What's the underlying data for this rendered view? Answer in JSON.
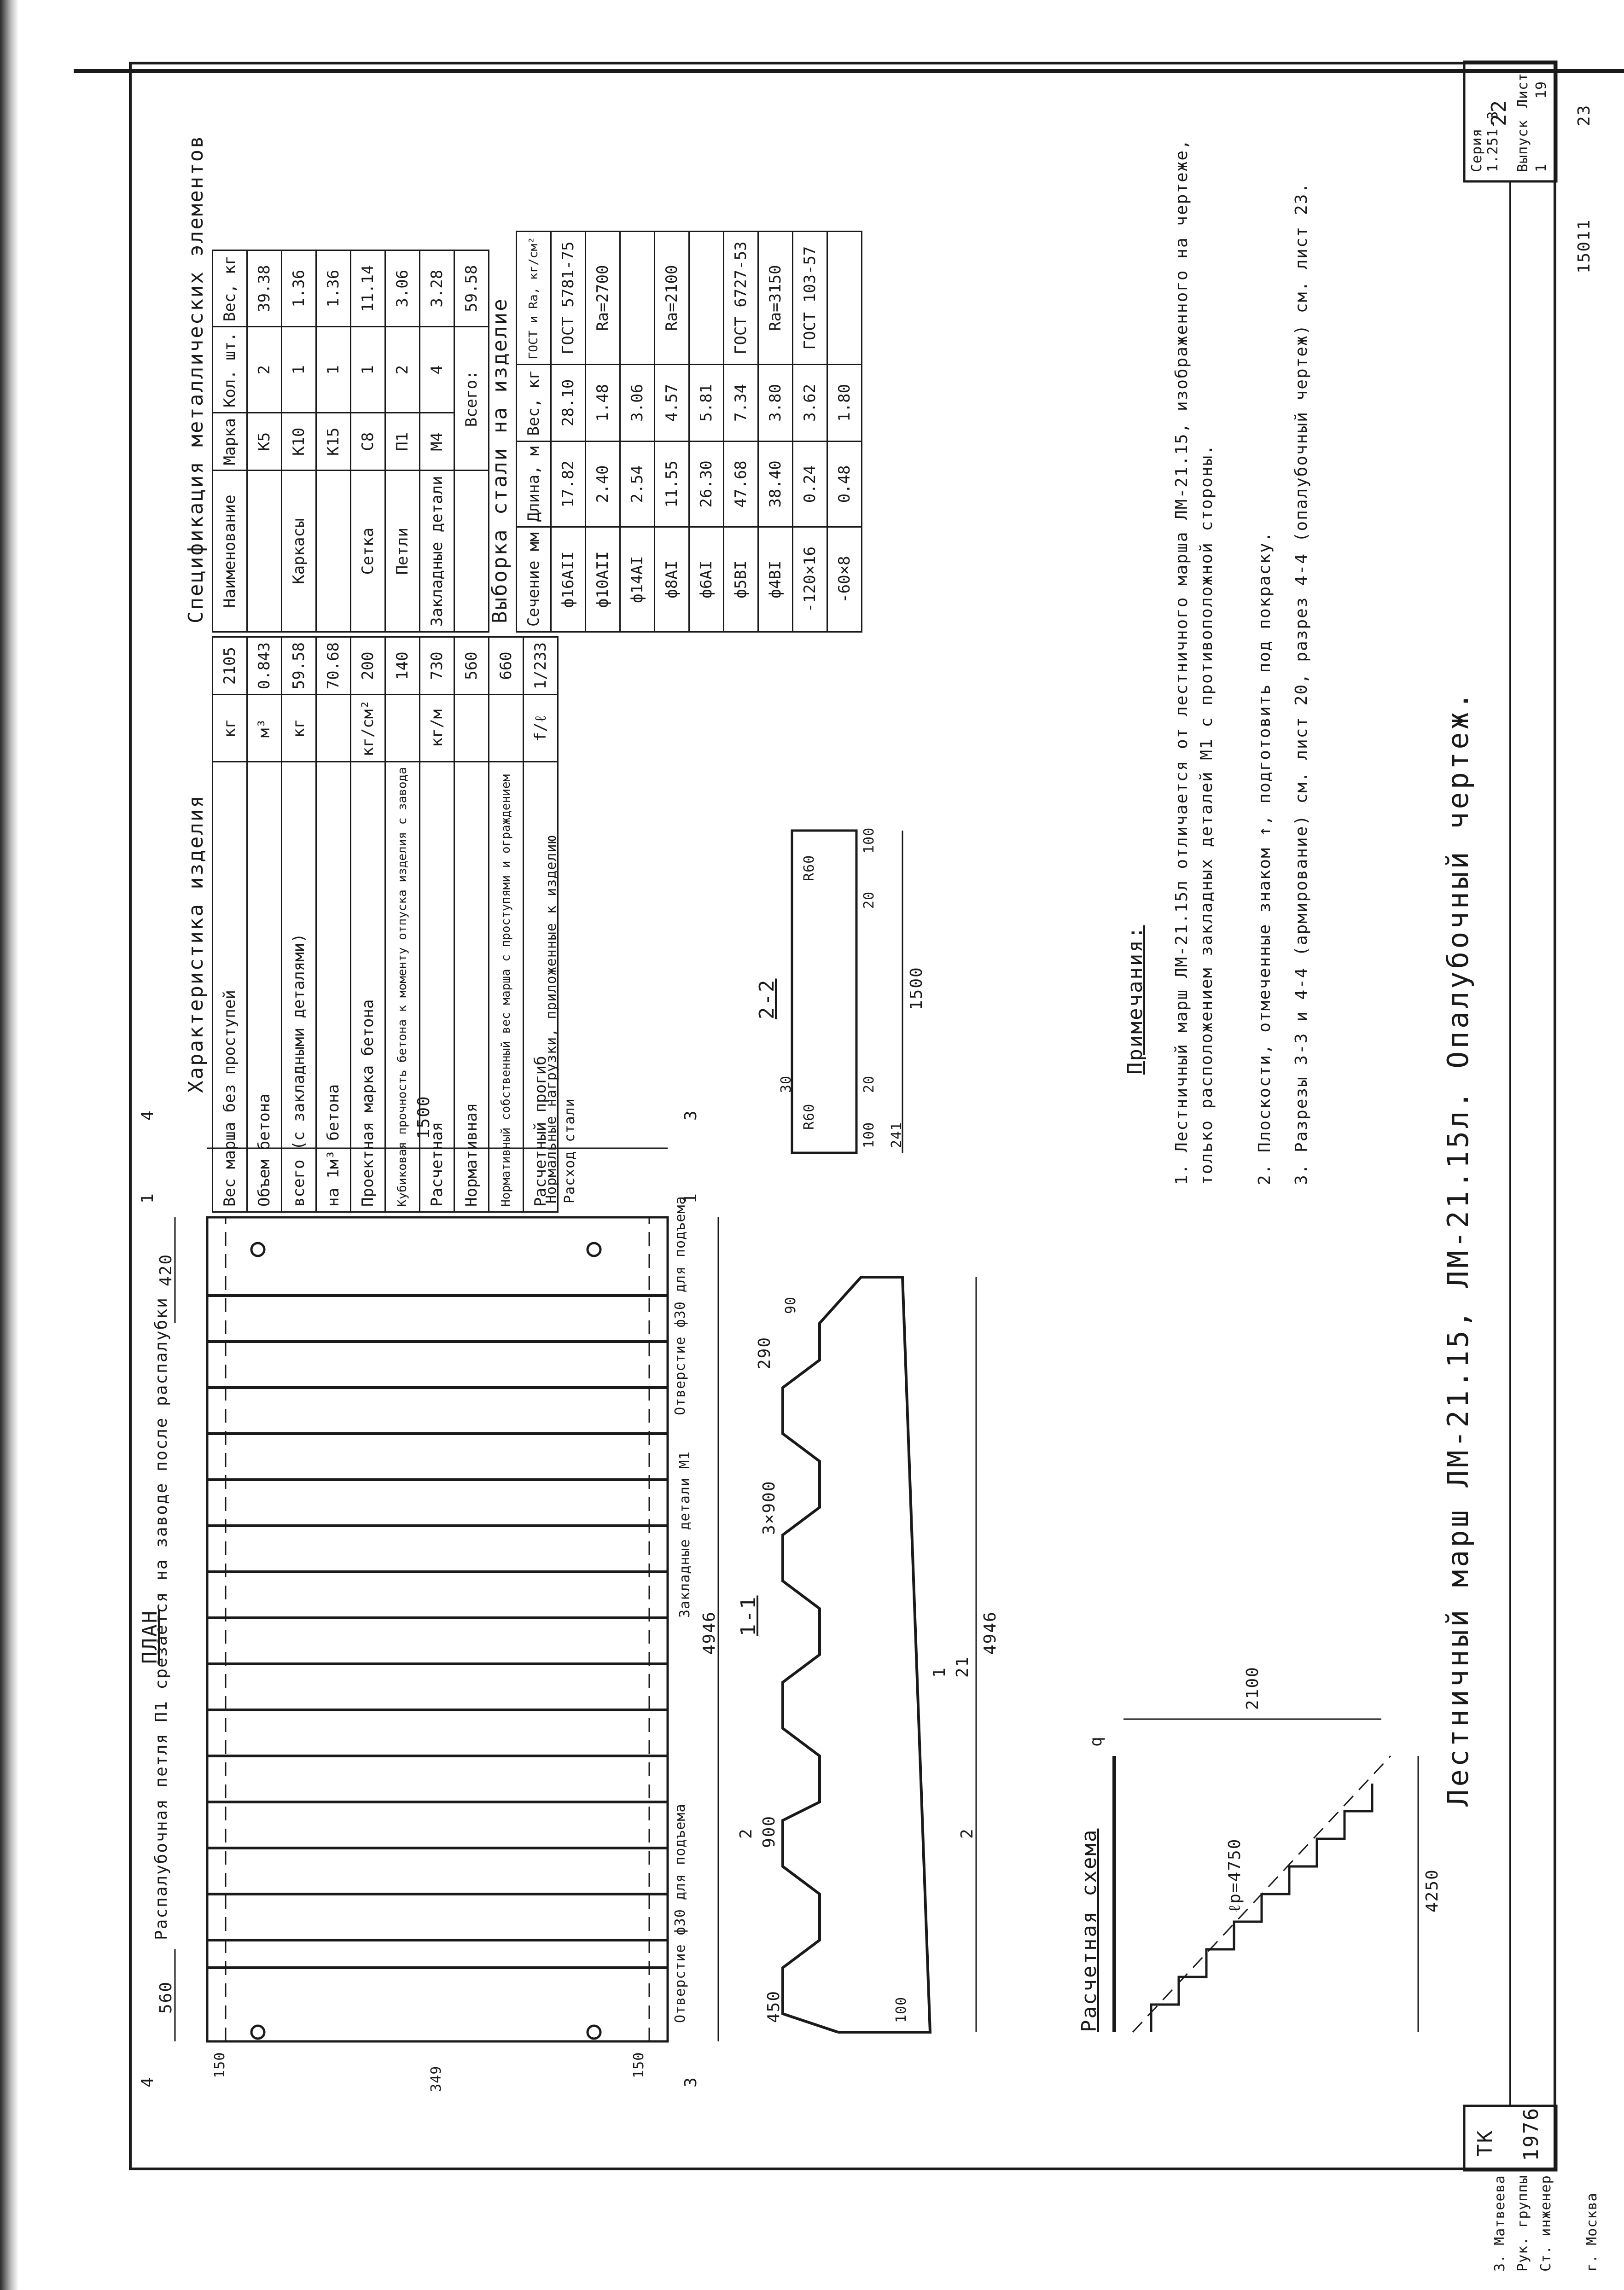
{
  "page_number": "22",
  "sheet_number_bottom": "23",
  "archive_number": "15011",
  "main_title": "Лестничный марш ЛМ-21.15, ЛМ-21.15л. Опалубочный чертеж.",
  "plan": {
    "title": "ПЛАН",
    "note_loop": "Распалубочная петля П1 срезается на заводе после распалубки",
    "hole_label": "Отверстие ф30 для подъема",
    "embedded_label": "Закладные детали М1",
    "dims": [
      "4946",
      "1500",
      "560",
      "420",
      "150",
      "150",
      "349"
    ],
    "section_marks": [
      "4",
      "4",
      "3",
      "3",
      "1",
      "1"
    ]
  },
  "section_1": {
    "title": "1-1",
    "dims": [
      "3×900",
      "290",
      "90",
      "900",
      "450",
      "100",
      "4946"
    ],
    "marks": [
      "2",
      "2"
    ],
    "detail": {
      "num": "1",
      "sheet": "21"
    }
  },
  "section_2": {
    "title": "2-2",
    "dims": [
      "1500",
      "R60",
      "R60",
      "30",
      "20",
      "20",
      "100",
      "100",
      "241"
    ]
  },
  "calc_scheme": {
    "title": "Расчетная схема",
    "load": "q",
    "dims": [
      "4250",
      "2100",
      "ℓр=4750"
    ]
  },
  "characteristics": {
    "title": "Характеристика изделия",
    "rows": [
      {
        "name": "Вес марша без проступей",
        "unit": "кг",
        "value": "2105"
      },
      {
        "name": "Объем бетона",
        "unit": "м³",
        "value": "0.843"
      },
      {
        "name": "Расход стали",
        "sub1": "всего (с закладными деталями)",
        "unit": "кг",
        "value1": "59.58",
        "sub2": "на 1м³ бетона",
        "value2": "70.68"
      },
      {
        "name": "Проектная марка бетона",
        "unit": "кг/см²",
        "value": "200"
      },
      {
        "name": "Кубиковая прочность бетона к моменту отпуска изделия с завода",
        "value": "140"
      },
      {
        "name": "Нормальные нагрузки, приложенные к изделию",
        "sub1": "Расчетная",
        "unit": "кг/м",
        "value1": "730",
        "sub2": "Нормативная",
        "value2": "560"
      },
      {
        "name": "Нормативный собственный вес марша с проступями и ограждением",
        "value": "660"
      },
      {
        "name": "Расчетный прогиб",
        "unit": "f/ℓ",
        "value": "1/233"
      }
    ]
  },
  "spec_elements": {
    "title": "Спецификация металлических элементов",
    "headers": [
      "Наименование",
      "Марка",
      "Кол. шт.",
      "Вес, кг"
    ],
    "rows": [
      {
        "name": "",
        "mark": "К5",
        "qty": "2",
        "weight": "39.38"
      },
      {
        "name": "Каркасы",
        "mark": "К10",
        "qty": "1",
        "weight": "1.36"
      },
      {
        "name": "",
        "mark": "К15",
        "qty": "1",
        "weight": "1.36"
      },
      {
        "name": "Сетка",
        "mark": "С8",
        "qty": "1",
        "weight": "11.14"
      },
      {
        "name": "Петли",
        "mark": "П1",
        "qty": "2",
        "weight": "3.06"
      },
      {
        "name": "Закладные детали",
        "mark": "М4",
        "qty": "4",
        "weight": "3.28"
      }
    ],
    "total_label": "Всего:",
    "total": "59.58"
  },
  "steel_selection": {
    "title": "Выборка стали на изделие",
    "headers": [
      "Сечение мм",
      "Длина, м",
      "Вес, кг",
      "ГОСТ и Ra, кг/см²"
    ],
    "rows": [
      [
        "ф16АII",
        "17.82",
        "28.10"
      ],
      [
        "ф10АII",
        "2.40",
        "1.48"
      ],
      [
        "ф14АI",
        "2.54",
        "3.06"
      ],
      [
        "ф8АI",
        "11.55",
        "4.57"
      ],
      [
        "ф6АI",
        "26.30",
        "5.81"
      ],
      [
        "ф5ВI",
        "47.68",
        "7.34"
      ],
      [
        "ф4ВI",
        "38.40",
        "3.80"
      ],
      [
        "-120×16",
        "0.24",
        "3.62"
      ],
      [
        "-60×8",
        "0.48",
        "1.80"
      ]
    ],
    "gost": [
      "ГОСТ 5781-75",
      "Ra=2700",
      "Ra=2100",
      "ГОСТ 6727-53",
      "Ra=3150",
      "ГОСТ 103-57"
    ]
  },
  "notes": {
    "title": "Примечания:",
    "items": [
      "1. Лестничный марш ЛМ-21.15л отличается от лестничного марша ЛМ-21.15, изображенного на чертеже, только расположением закладных деталей М1 с противоположной стороны.",
      "2. Плоскости, отмеченные знаком ↑, подготовить под покраску.",
      "3. Разрезы 3-3 и 4-4 (армирование) см. лист 20, разрез 4-4 (опалубочный чертеж) см. лист 23."
    ]
  },
  "title_block": {
    "org": "ТК",
    "year": "1976",
    "series_label": "Серия",
    "series": "1.251-3",
    "issue_label": "Выпуск",
    "issue": "1",
    "sheet_label": "Лист",
    "sheet": "19",
    "city": "г. Москва",
    "roles": [
      "Рук. группы",
      "Ст. инженер",
      "З. Матвеева"
    ]
  }
}
